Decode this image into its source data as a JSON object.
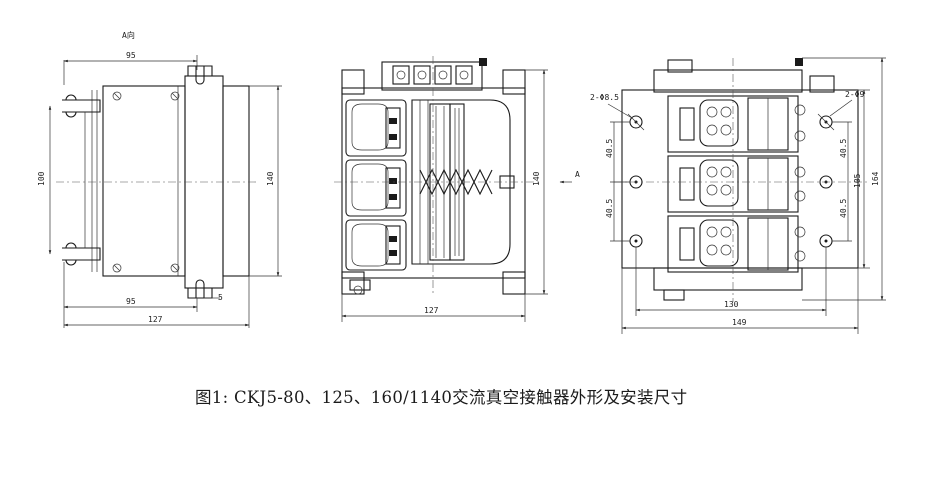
{
  "caption": "图1: CKJ5-80、125、160/1140交流真空接触器外形及安装尺寸",
  "side_view": {
    "top_label": "A向",
    "dim_top": "95",
    "dim_height": "100",
    "dim_outer_height": "140",
    "dim_bottom_inner": "95",
    "dim_bottom_outer": "127",
    "dim_small": "5"
  },
  "front_view": {
    "dim_height": "140",
    "dim_width": "127",
    "view_arrow": "A"
  },
  "rear_view": {
    "hole_left": "2-Φ8.5",
    "hole_right": "2-Φ9",
    "dim_pitch_upper": "40.5",
    "dim_pitch_lower": "40.5",
    "dim_right_upper": "40.5",
    "dim_right_lower": "40.5",
    "dim_height": "105",
    "dim_outer_height": "164",
    "dim_width": "130",
    "dim_outer_width": "149"
  }
}
